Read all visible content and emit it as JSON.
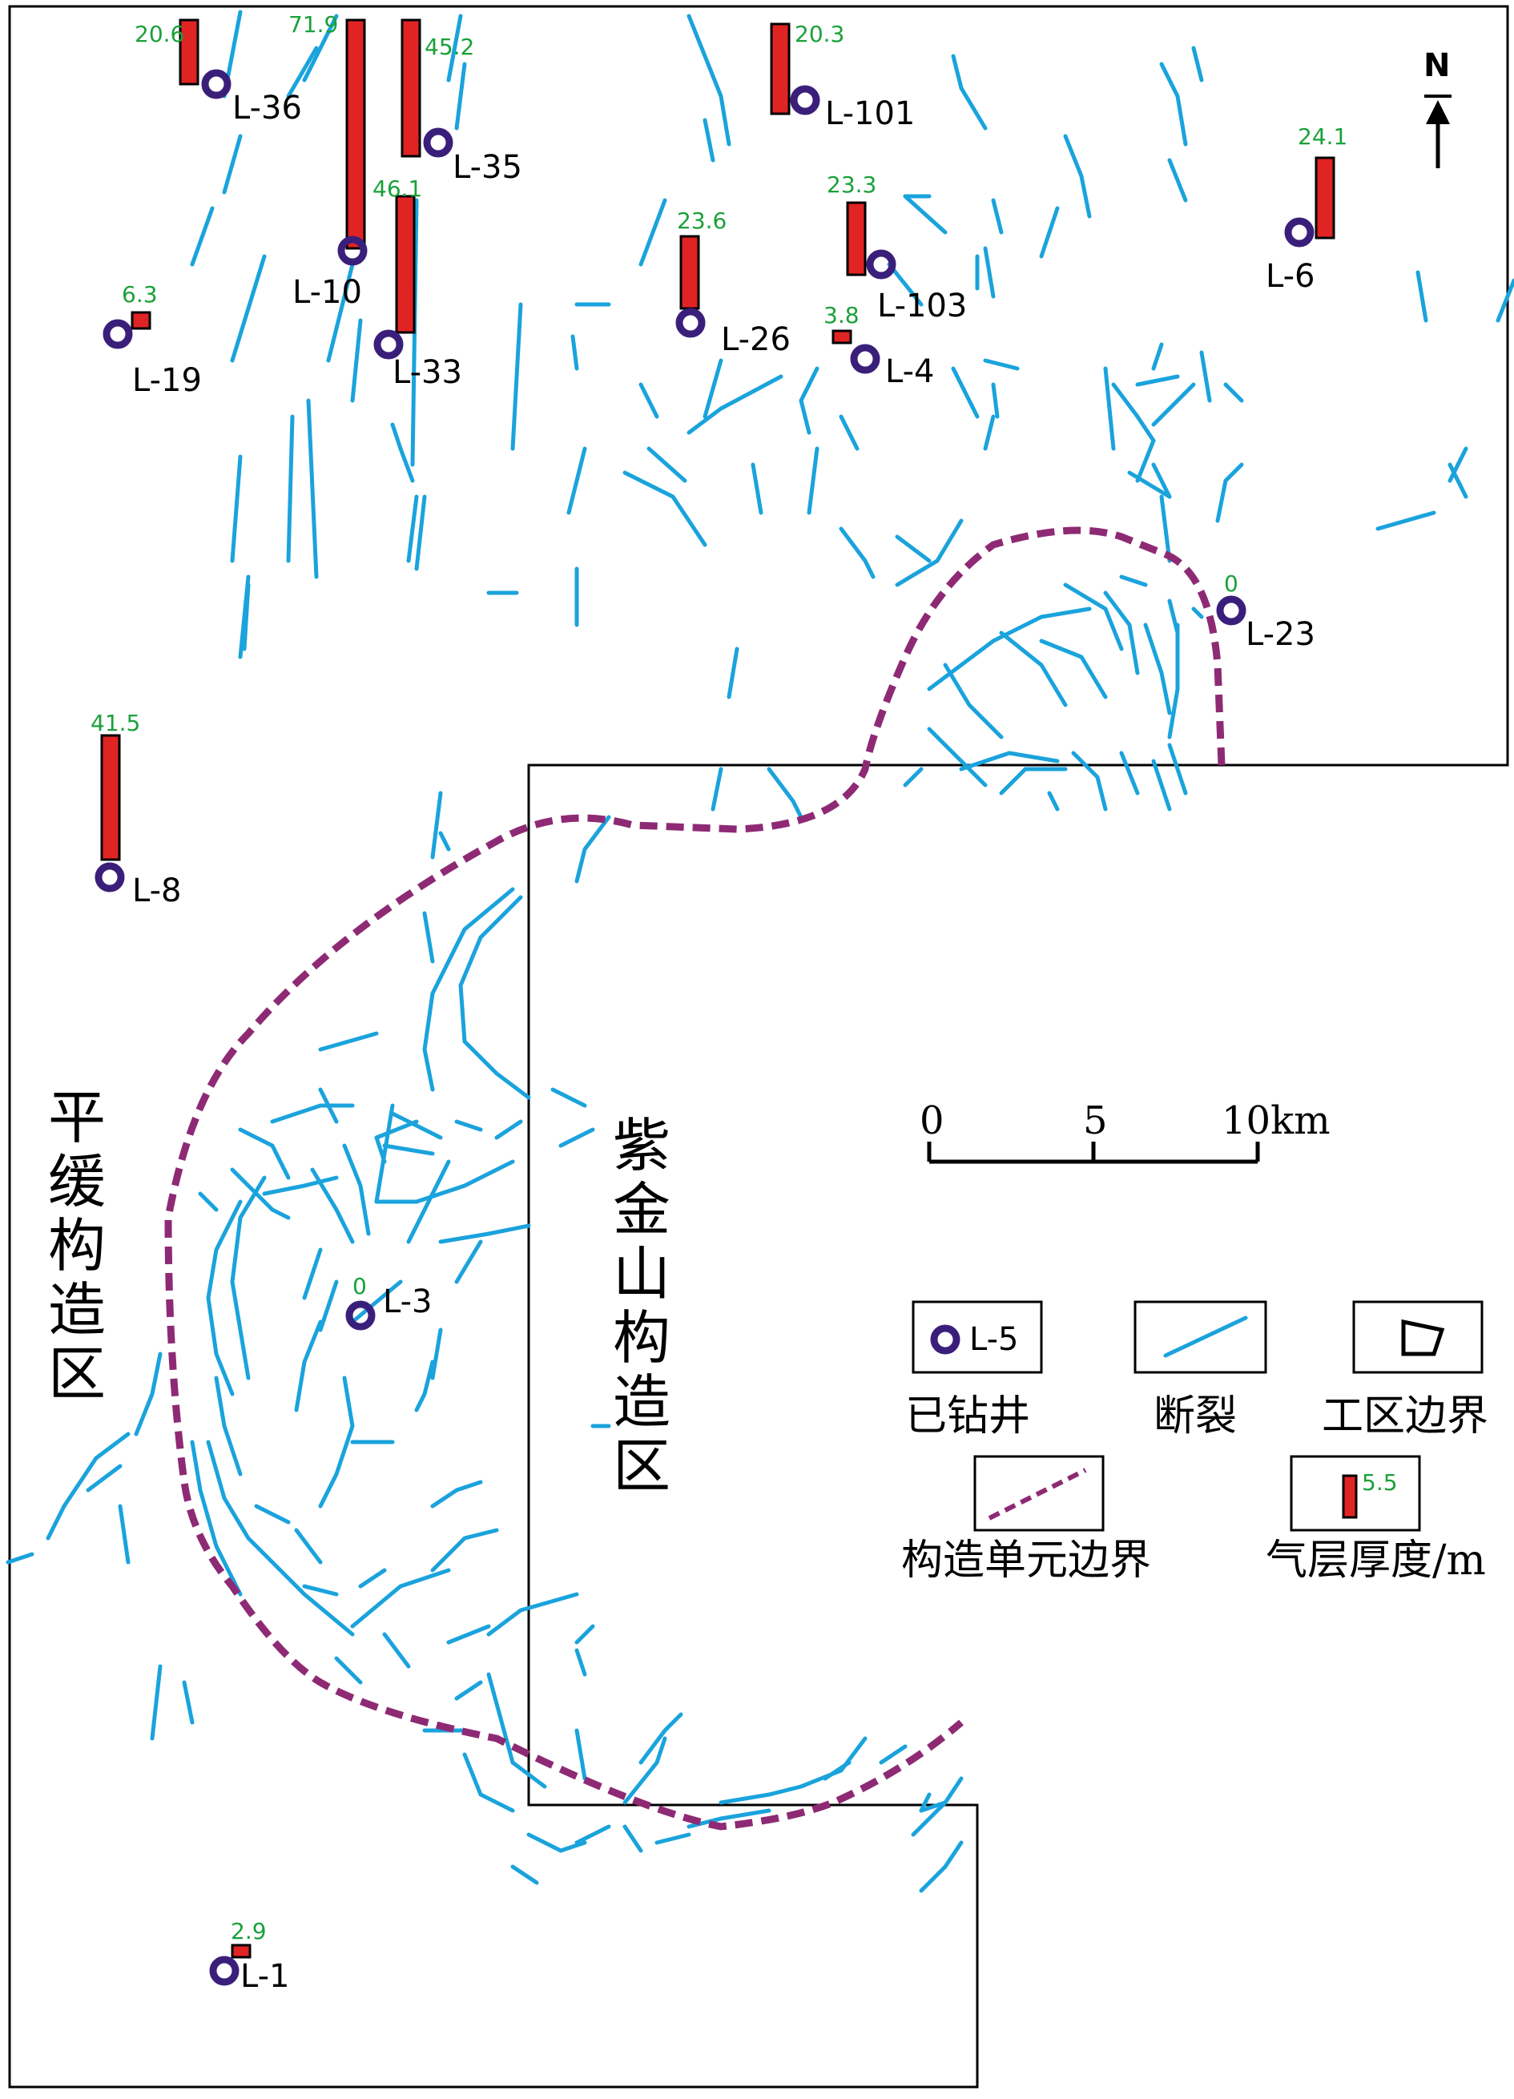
{
  "wells": [
    {
      "name": "L-36",
      "thickness": "20.6"
    },
    {
      "name": "L-10",
      "thickness": "71.9"
    },
    {
      "name": "L-35",
      "thickness": "45.2"
    },
    {
      "name": "L-33",
      "thickness": "46.1"
    },
    {
      "name": "L-19",
      "thickness": "6.3"
    },
    {
      "name": "L-101",
      "thickness": "20.3"
    },
    {
      "name": "L-26",
      "thickness": "23.6"
    },
    {
      "name": "L-103",
      "thickness": "23.3"
    },
    {
      "name": "L-4",
      "thickness": "3.8"
    },
    {
      "name": "L-6",
      "thickness": "24.1"
    },
    {
      "name": "L-23",
      "thickness": "0"
    },
    {
      "name": "L-8",
      "thickness": "41.5"
    },
    {
      "name": "L-3",
      "thickness": "0"
    },
    {
      "name": "L-1",
      "thickness": "2.9"
    }
  ],
  "zones": {
    "flat": [
      "平",
      "缓",
      "构",
      "造",
      "区"
    ],
    "zijinshan": [
      "紫",
      "金",
      "山",
      "构",
      "造",
      "区"
    ]
  },
  "scale": {
    "tick0": "0",
    "tick1": "5",
    "tick2": "10km"
  },
  "north": "N",
  "legend": {
    "well_sample": "L-5",
    "well": "已钻井",
    "fault": "断裂",
    "work_boundary": "工区边界",
    "unit_boundary": "构造单元边界",
    "thickness_sample": "5.5",
    "thickness": "气层厚度/m"
  },
  "colors": {
    "fault": "#1aa3dc",
    "unit_boundary": "#8e2a74",
    "well_marker": "#3a1f7a",
    "thickness_bar": "#e02424",
    "thickness_label": "#1aa13a"
  }
}
